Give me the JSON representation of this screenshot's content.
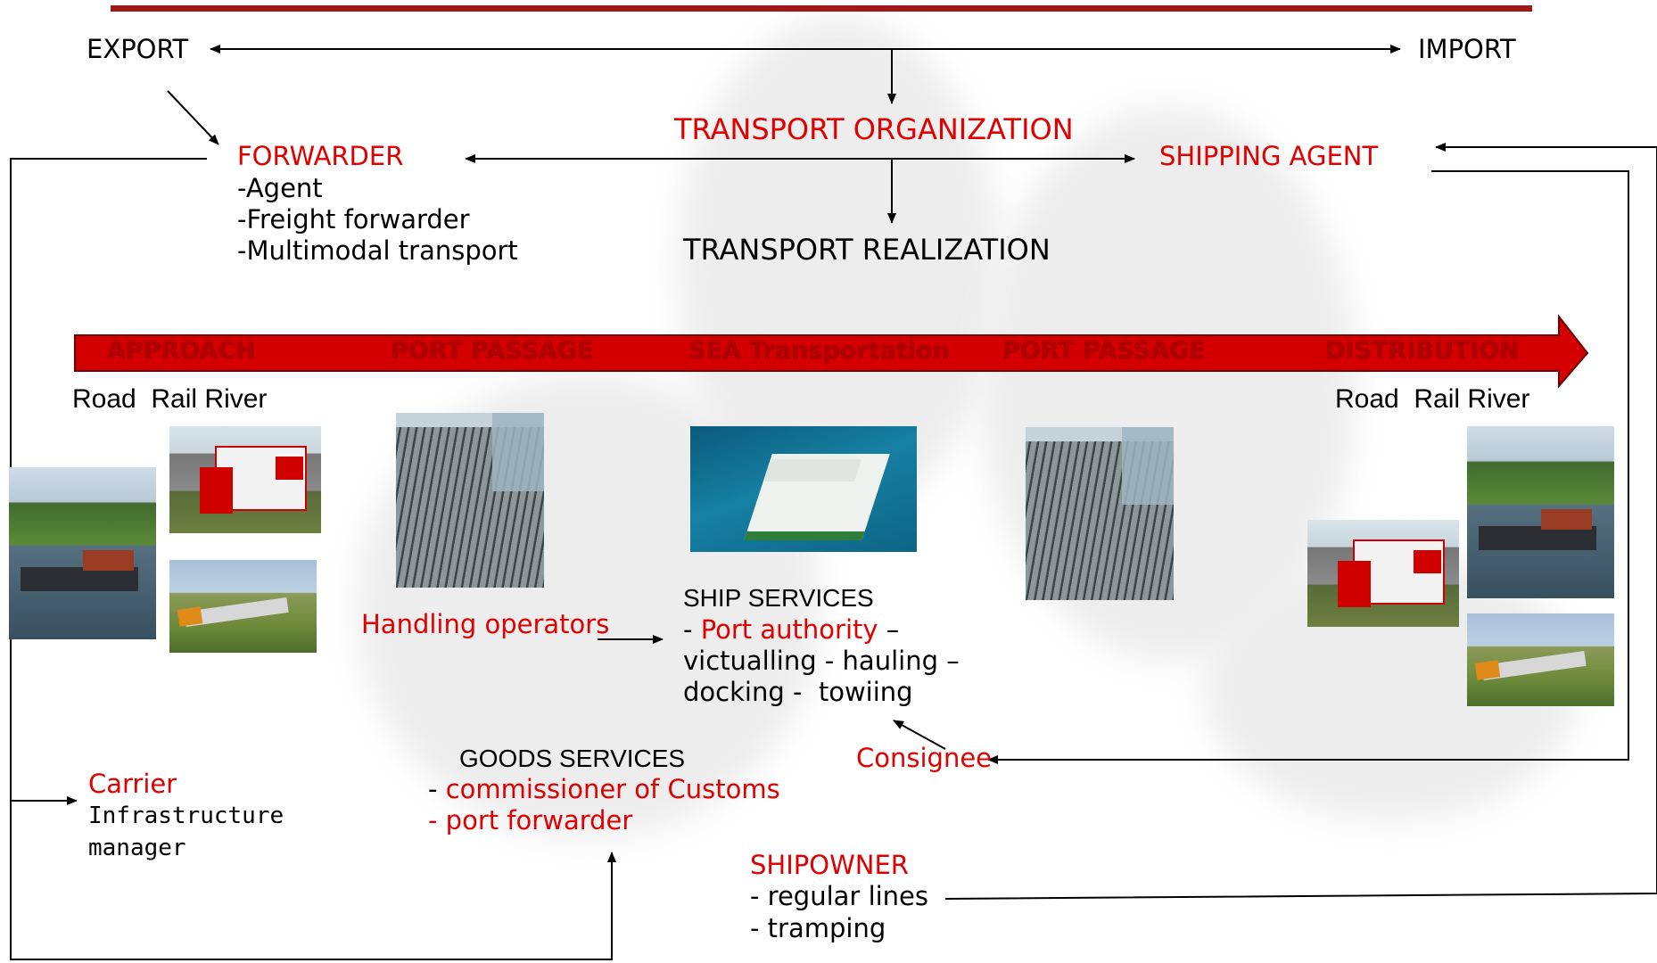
{
  "top": {
    "export": "EXPORT",
    "import": "IMPORT"
  },
  "organization": {
    "transport_organization": "TRANSPORT ORGANIZATION",
    "transport_realization": "TRANSPORT REALIZATION"
  },
  "forwarder": {
    "title": "FORWARDER",
    "items": [
      "-Agent",
      "-Freight forwarder",
      "-Multimodal transport"
    ]
  },
  "shipping_agent": {
    "title": "SHIPPING AGENT"
  },
  "chain": {
    "stages": [
      "APPROACH",
      "PORT PASSAGE",
      "SEA Transportation",
      "PORT PASSAGE",
      "DISTRIBUTION"
    ]
  },
  "modes": {
    "left": "Road  Rail River",
    "right": "Road  Rail River"
  },
  "handling": {
    "label": "Handling operators"
  },
  "ship_services": {
    "title": "SHIP SERVICES",
    "line1_prefix": "- ",
    "line1_red": "Port authority",
    "line1_suffix": " –",
    "line2": "victualling - hauling –",
    "line3": "docking -  towiing"
  },
  "goods_services": {
    "title": "GOODS SERVICES",
    "line1_prefix": "- ",
    "line1_red": "commissioner of Customs",
    "line2": "- port forwarder"
  },
  "consignee": {
    "label": "Consignee"
  },
  "carrier": {
    "title": "Carrier",
    "line2": "Infrastructure",
    "line3": "manager"
  },
  "shipowner": {
    "title": "SHIPOWNER",
    "items": [
      "- regular lines",
      "- tramping"
    ]
  },
  "images": [
    "road-truck-photo",
    "river-barge-photo",
    "rail-train-photo",
    "port-terminal-photo",
    "roro-ship-photo"
  ],
  "colors": {
    "accent_red": "#e00000",
    "arrow_red": "#d40000",
    "top_bar": "#a01919"
  }
}
